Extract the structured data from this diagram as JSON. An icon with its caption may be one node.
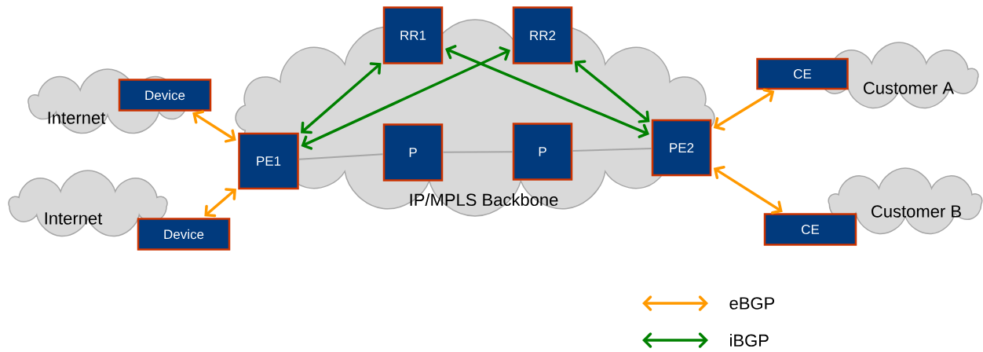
{
  "diagram": {
    "nodes": [
      {
        "text": [
          "Internet"
        ]
      },
      {
        "text": [
          "Device"
        ]
      },
      {
        "text": [
          "IP/MPLS Backbone"
        ]
      },
      {
        "text": [
          "RR1"
        ]
      },
      {
        "text": [
          "RR2"
        ]
      },
      {
        "text": [
          "CE"
        ]
      },
      {
        "text": [
          "Customer A"
        ]
      },
      {
        "text": [
          "PE1"
        ]
      },
      {
        "text": [
          "P"
        ],
        "in": 2
      },
      {
        "text": [
          "P"
        ],
        "in": 2
      },
      {
        "text": [
          "PE2"
        ],
        "in": 2
      },
      {
        "text": [
          "Internet"
        ]
      },
      {
        "text": [
          "Device"
        ]
      },
      {
        "text": [
          "Customer B"
        ]
      },
      {
        "text": [
          "CE"
        ]
      }
    ],
    "edges": [
      {
        "from": 1,
        "to": 7,
        "arrow": "both",
        "color": "#ff9900"
      },
      {
        "from": 12,
        "to": 7,
        "arrow": "both",
        "color": "#ff9900"
      },
      {
        "from": 7,
        "to": 3,
        "arrow": "both",
        "color": "#008000"
      },
      {
        "from": 7,
        "to": 4,
        "arrow": "both",
        "color": "#008000"
      },
      {
        "from": 3,
        "to": 10,
        "arrow": "both",
        "color": "#008000"
      },
      {
        "from": 4,
        "to": 10,
        "arrow": "both",
        "color": "#008000"
      },
      {
        "from": 10,
        "to": 5,
        "arrow": "both",
        "color": "#ff9900"
      },
      {
        "from": 10,
        "to": 14,
        "arrow": "both",
        "color": "#ff9900"
      },
      {
        "from": 7,
        "to": 8,
        "arrow": "none",
        "color": "#a6a6a6"
      },
      {
        "from": 8,
        "to": 9,
        "arrow": "none",
        "color": "#a6a6a6"
      },
      {
        "from": 9,
        "to": 10,
        "arrow": "none",
        "color": "#a6a6a6"
      }
    ],
    "legend": [
      {
        "text": "eBGP"
      },
      {
        "text": "iBGP"
      }
    ]
  }
}
